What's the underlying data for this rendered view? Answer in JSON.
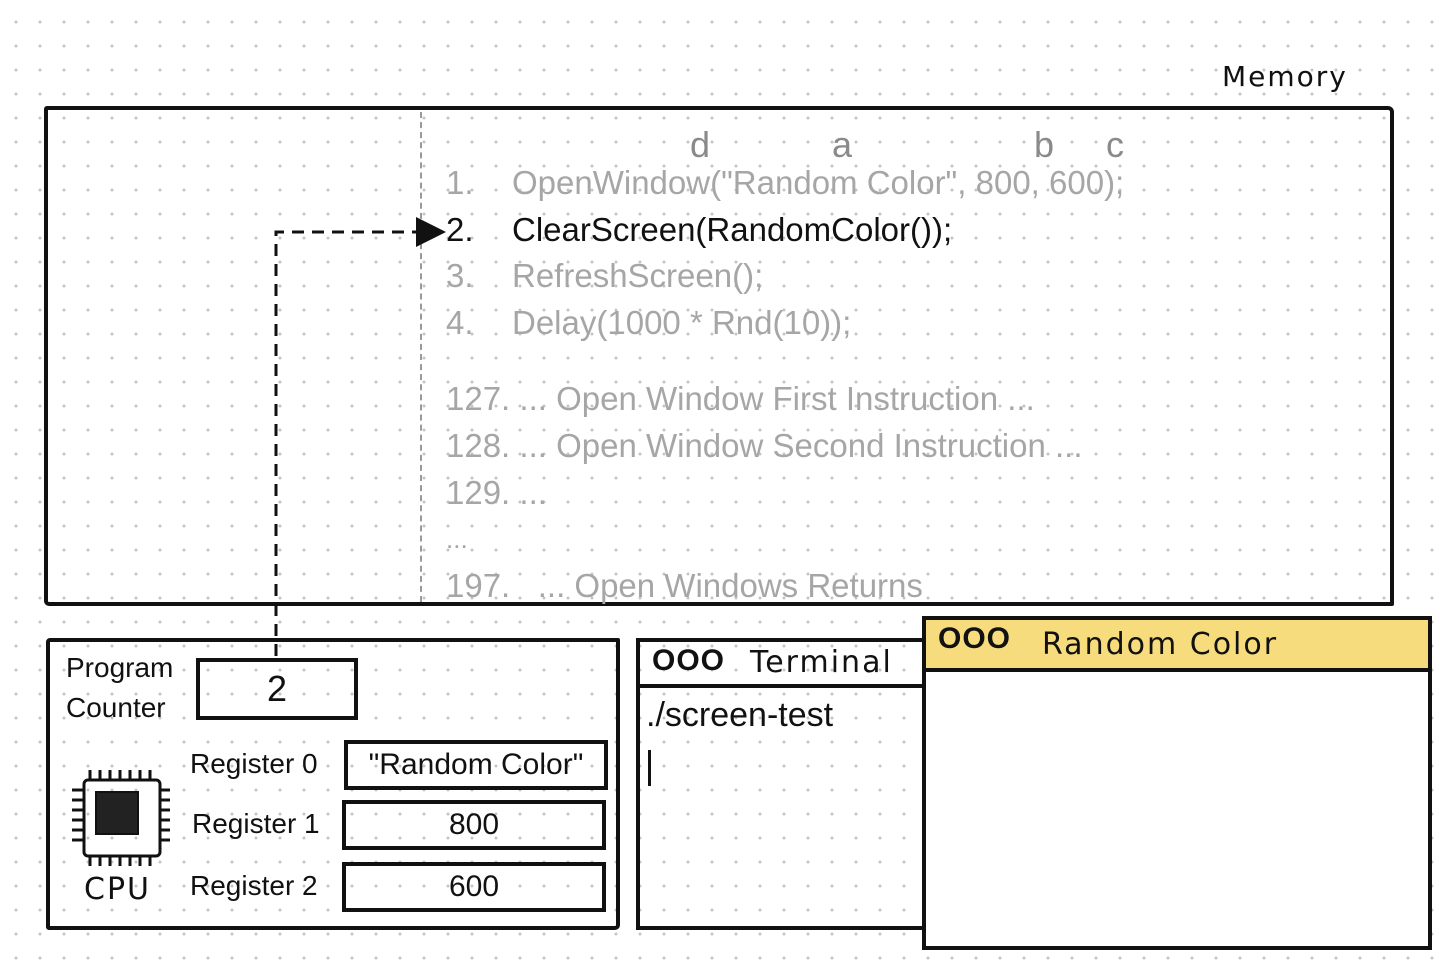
{
  "memory": {
    "title": "Memory",
    "arg_letters": {
      "d": "d",
      "a": "a",
      "b": "b",
      "c": "c"
    },
    "lines": [
      {
        "num": "1.",
        "text": "OpenWindow(\"Random Color\", 800, 600);",
        "active": false
      },
      {
        "num": "2.",
        "text": "ClearScreen(RandomColor());",
        "active": true
      },
      {
        "num": "3.",
        "text": "RefreshScreen();",
        "active": false
      },
      {
        "num": "4.",
        "text": "Delay(1000 * Rnd(10));",
        "active": false
      }
    ],
    "extra_lines": [
      "127. ... Open Window First Instruction ...",
      "128. ... Open Window Second Instruction ...",
      "129. ...",
      "...",
      "197.   ... Open Windows Returns"
    ]
  },
  "cpu": {
    "label": "CPU",
    "program_counter": {
      "label_line1": "Program",
      "label_line2": "Counter",
      "value": "2"
    },
    "registers": [
      {
        "label": "Register 0",
        "value": "\"Random Color\""
      },
      {
        "label": "Register 1",
        "value": "800"
      },
      {
        "label": "Register 2",
        "value": "600"
      }
    ]
  },
  "terminal": {
    "buttons": "OOO",
    "title": "Terminal",
    "command": "./screen-test"
  },
  "random_color_window": {
    "buttons": "OOO",
    "title": "Random Color",
    "titlebar_color": "#f6dc7c"
  }
}
